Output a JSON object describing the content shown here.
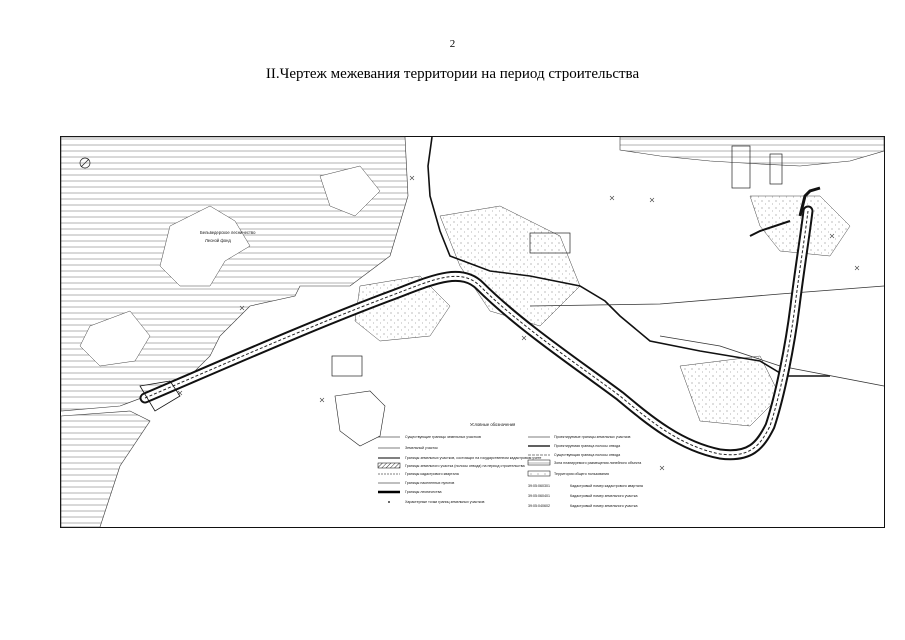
{
  "page": {
    "number": "2",
    "title": "II.Чертеж межевания территории на период строительства"
  },
  "drawing": {
    "area_label_1": "Бельведерское лесничество",
    "area_label_2": "Лесной фонд",
    "legend": {
      "title": "Условные обозначения",
      "left_items": [
        "Существующие границы земельных участков",
        "Земельный участок",
        "Границы земельных участков, состоящих на государственном кадастровом учете",
        "Границы земельного участка (полосы отвода) на период строительства",
        "Границы кадастрового квартала",
        "Границы населенных пунктов",
        "Границы лесничества",
        "Характерные точки границ земельных участков"
      ],
      "right_items": [
        "Проектируемые границы земельных участков",
        "Проектируемая граница полосы отвода",
        "Существующая граница полосы отвода",
        "Зона планируемого размещения линейного объекта",
        "Территория общего пользования"
      ],
      "codes": [
        "39:05:060301",
        "39:05:060401",
        "39:05:040602"
      ],
      "code_captions": [
        "Кадастровый номер кадастрового квартала",
        "Кадастровый номер земельного участка",
        "Кадастровый номер земельного участка"
      ]
    }
  }
}
